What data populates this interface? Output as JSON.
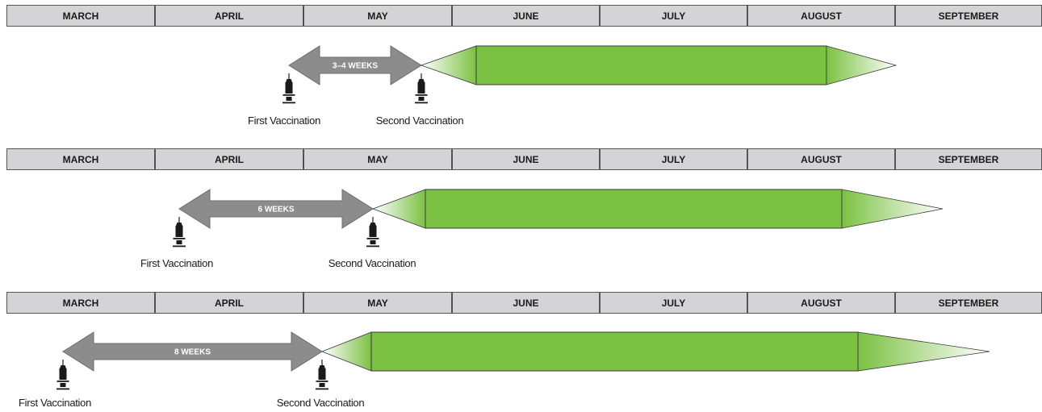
{
  "months": [
    "MARCH",
    "APRIL",
    "MAY",
    "JUNE",
    "JULY",
    "AUGUST",
    "SEPTEMBER"
  ],
  "colors": {
    "header_fill": "#d4d4d6",
    "header_border": "#555555",
    "interval_arrow": "#8c8c8c",
    "protection_green": "#7bc142",
    "protection_fade": "#ffffff",
    "syringe": "#1a1a1a"
  },
  "icons": [
    "syringe-icon"
  ],
  "scenarios": [
    {
      "interval_label": "3–4 WEEKS",
      "first_label": "First Vaccination",
      "second_label": "Second Vaccination"
    },
    {
      "interval_label": "6 WEEKS",
      "first_label": "First Vaccination",
      "second_label": "Second Vaccination"
    },
    {
      "interval_label": "8 WEEKS",
      "first_label": "First Vaccination",
      "second_label": "Second Vaccination"
    }
  ]
}
